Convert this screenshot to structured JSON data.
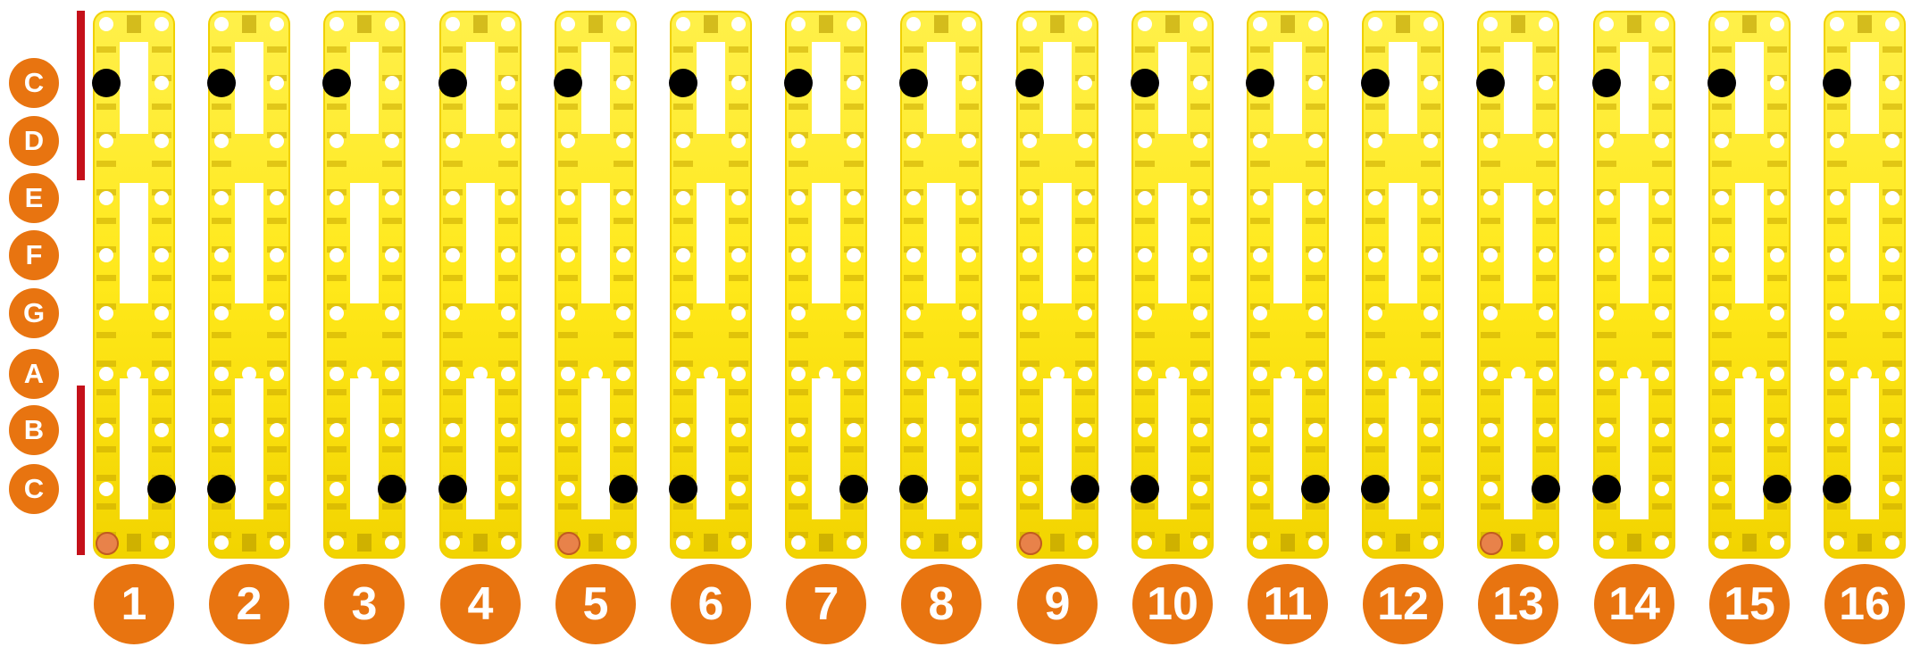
{
  "note_labels": [
    "C",
    "D",
    "E",
    "F",
    "G",
    "A",
    "B",
    "C"
  ],
  "step_labels": [
    "1",
    "2",
    "3",
    "4",
    "5",
    "6",
    "7",
    "8",
    "9",
    "10",
    "11",
    "12",
    "13",
    "14",
    "15",
    "16"
  ],
  "grid": {
    "columns": 16,
    "top_hits": [
      1,
      1,
      1,
      1,
      1,
      1,
      1,
      1,
      1,
      1,
      1,
      1,
      1,
      1,
      1,
      1
    ],
    "bottom_hits": [
      "right",
      "left",
      "right",
      "left",
      "right",
      "left",
      "right",
      "left",
      "right",
      "left",
      "right",
      "left",
      "right",
      "left",
      "right",
      "left"
    ],
    "marker_steps": [
      1,
      5,
      9,
      13
    ]
  },
  "colors": {
    "frame": "#ffe81a",
    "frame_dark": "#c9a800",
    "hole": "#ffffff",
    "peg": "#000000",
    "marker": "#e8824a",
    "bar": "#c4101a",
    "label_bg": "#e87410",
    "label_text": "#ffffff"
  }
}
